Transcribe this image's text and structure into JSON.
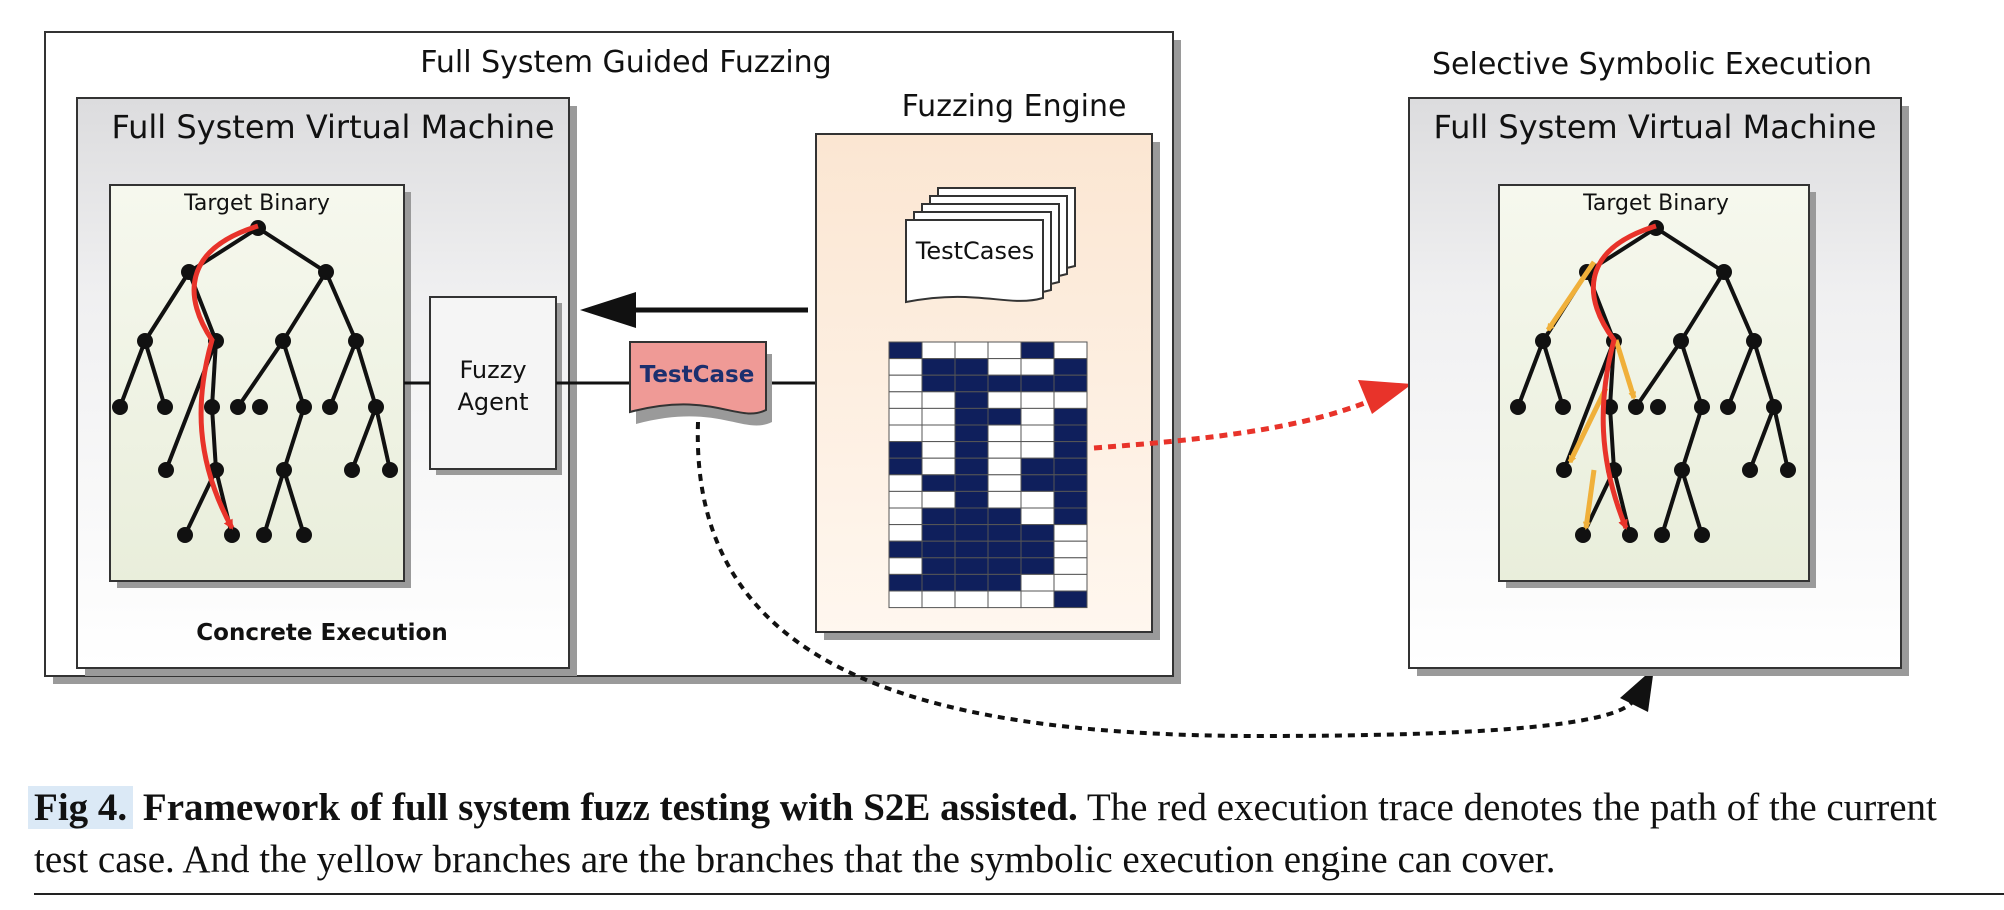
{
  "diagram": {
    "left_panel_title": "Full System Guided Fuzzing",
    "left_vm_title": "Full System Virtual Machine",
    "left_target_label": "Target Binary",
    "concrete_label": "Concrete Execution",
    "agent_label_line1": "Fuzzy",
    "agent_label_line2": "Agent",
    "fuzzing_engine_title": "Fuzzing Engine",
    "testcases_label": "TestCases",
    "testcase_label": "TestCase",
    "right_panel_title": "Selective Symbolic Execution",
    "right_vm_title": "Full System Virtual Machine",
    "right_target_label": "Target Binary",
    "colors": {
      "red_trace": "#e8332a",
      "yellow_branch": "#f0b03a",
      "grid_fill": "#0f1f5c",
      "engine_bg": "#fdf1e6",
      "vm_bg": "#e9e9ea",
      "tree_box_bg": "#eef1e4",
      "testcase_fill": "#ef9a96"
    },
    "grid": {
      "rows": 16,
      "cols": 6,
      "filled": [
        [
          0,
          0
        ],
        [
          0,
          4
        ],
        [
          1,
          1
        ],
        [
          1,
          2
        ],
        [
          1,
          5
        ],
        [
          2,
          1
        ],
        [
          2,
          2
        ],
        [
          2,
          3
        ],
        [
          2,
          4
        ],
        [
          2,
          5
        ],
        [
          3,
          2
        ],
        [
          4,
          2
        ],
        [
          4,
          3
        ],
        [
          4,
          5
        ],
        [
          5,
          2
        ],
        [
          5,
          5
        ],
        [
          6,
          0
        ],
        [
          6,
          2
        ],
        [
          6,
          5
        ],
        [
          7,
          0
        ],
        [
          7,
          2
        ],
        [
          7,
          4
        ],
        [
          7,
          5
        ],
        [
          8,
          1
        ],
        [
          8,
          2
        ],
        [
          8,
          4
        ],
        [
          8,
          5
        ],
        [
          9,
          2
        ],
        [
          9,
          5
        ],
        [
          10,
          1
        ],
        [
          10,
          2
        ],
        [
          10,
          3
        ],
        [
          10,
          5
        ],
        [
          11,
          1
        ],
        [
          11,
          2
        ],
        [
          11,
          3
        ],
        [
          11,
          4
        ],
        [
          12,
          0
        ],
        [
          12,
          1
        ],
        [
          12,
          2
        ],
        [
          12,
          3
        ],
        [
          12,
          4
        ],
        [
          13,
          1
        ],
        [
          13,
          2
        ],
        [
          13,
          3
        ],
        [
          13,
          4
        ],
        [
          14,
          0
        ],
        [
          14,
          1
        ],
        [
          14,
          2
        ],
        [
          14,
          3
        ],
        [
          15,
          5
        ]
      ]
    }
  },
  "caption": {
    "fig_label": "Fig 4.",
    "title": "Framework of full system fuzz testing with S2E assisted.",
    "text": "The red execution trace denotes the path of the current test case. And the yellow branches are the branches that the symbolic execution engine can cover."
  }
}
